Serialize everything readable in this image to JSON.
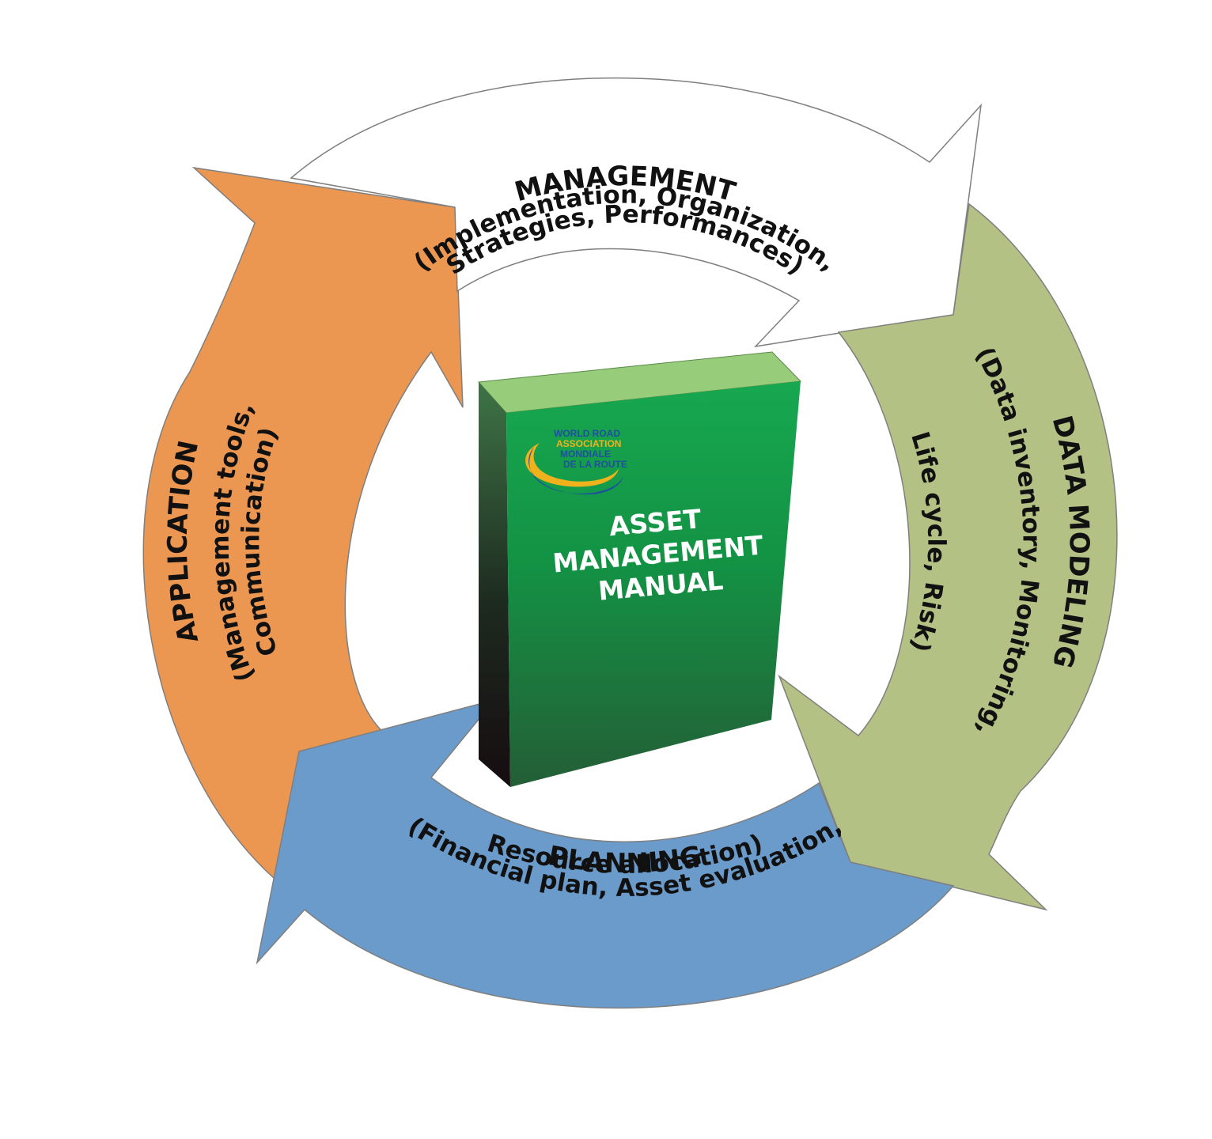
{
  "cycle": {
    "management": {
      "title": "MANAGEMENT",
      "line1": "(Implementation, Organization,",
      "line2": "Strategies, Performances)",
      "color": "#ffffff"
    },
    "data_modeling": {
      "title": "DATA MODELING",
      "line1": "(Data inventory, Monitoring,",
      "line2": "Life cycle, Risk)",
      "color": "#b3c185"
    },
    "planning": {
      "title": "PLANNING",
      "line1": "(Financial plan, Asset evaluation,",
      "line2": "Resource allocation)",
      "color": "#6a9bcb"
    },
    "application": {
      "title": "APPLICATION",
      "line1": "(Management tools,",
      "line2": "Communication)",
      "color": "#eb9752"
    }
  },
  "book": {
    "title_lines": [
      "ASSET",
      "MANAGEMENT",
      "MANUAL"
    ],
    "logo_lines": [
      "WORLD ROAD",
      "ASSOCIATION",
      "MONDIALE",
      "DE LA ROUTE"
    ],
    "cover_color": "#15a44e"
  }
}
